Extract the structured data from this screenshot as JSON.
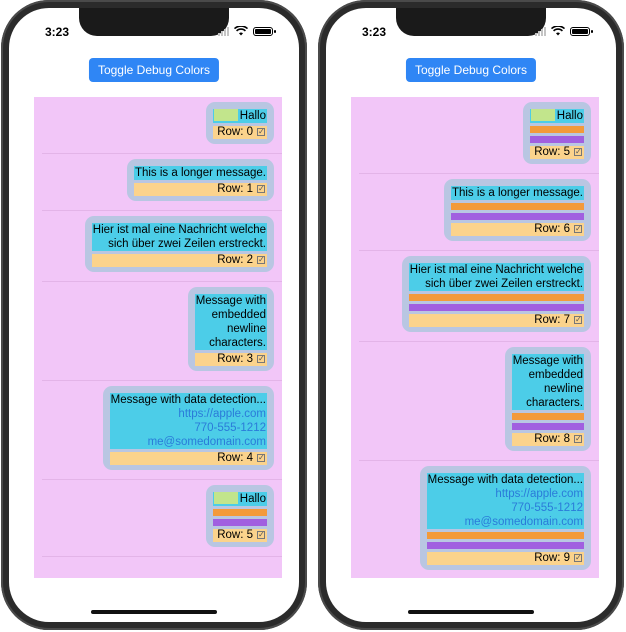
{
  "status": {
    "time": "3:23"
  },
  "toggle_label": "Toggle Debug Colors",
  "colors": {
    "list_bg": "#f2c6f8",
    "bubble_bg": "#b9c6e2",
    "text_bg": "#4ccde8",
    "footer_bg": "#fbd38c",
    "orange_stripe": "#f39a3a",
    "purple_stripe": "#a15fe0",
    "image_placeholder": "#c2e58c",
    "button": "#2f86f5",
    "link": "#2a7bd9"
  },
  "left": {
    "rows": [
      {
        "label": "Row: 0",
        "text": "Hallo",
        "image": true,
        "stripes": 0
      },
      {
        "label": "Row: 1",
        "text": "This is a longer message.",
        "stripes": 0
      },
      {
        "label": "Row: 2",
        "text": "Hier ist mal eine Nachricht welche\nsich über zwei Zeilen erstreckt.",
        "stripes": 0
      },
      {
        "label": "Row: 3",
        "text": "Message with\nembedded\nnewline\ncharacters.",
        "stripes": 0
      },
      {
        "label": "Row: 4",
        "text": "Message with data detection...",
        "links": [
          "https://apple.com",
          "770-555-1212",
          "me@somedomain.com"
        ],
        "stripes": 0
      },
      {
        "label": "Row: 5",
        "text": "Hallo",
        "image": true,
        "stripes": 2
      }
    ]
  },
  "right": {
    "rows": [
      {
        "label": "Row: 5",
        "text": "Hallo",
        "image": true,
        "stripes": 2
      },
      {
        "label": "Row: 6",
        "text": "This is a longer message.",
        "stripes": 2
      },
      {
        "label": "Row: 7",
        "text": "Hier ist mal eine Nachricht welche\nsich über zwei Zeilen erstreckt.",
        "stripes": 2
      },
      {
        "label": "Row: 8",
        "text": "Message with\nembedded\nnewline\ncharacters.",
        "stripes": 2
      },
      {
        "label": "Row: 9",
        "text": "Message with data detection...",
        "links": [
          "https://apple.com",
          "770-555-1212",
          "me@somedomain.com"
        ],
        "stripes": 2
      }
    ]
  }
}
